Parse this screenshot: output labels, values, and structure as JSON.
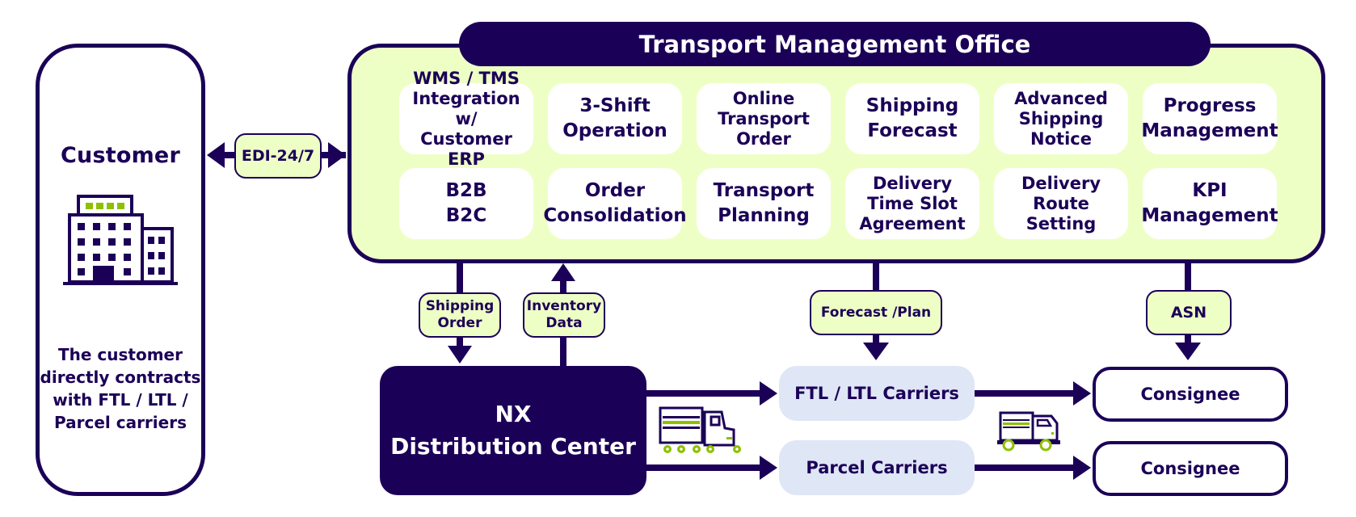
{
  "colors": {
    "navy": "#1b0057",
    "light_green": "#eeffc6",
    "accent_green": "#8dc000",
    "carrier_blue": "#dfe6f6",
    "white": "#ffffff"
  },
  "customer": {
    "title": "Customer",
    "icon": "office-building-icon",
    "description": [
      "The customer",
      "directly contracts",
      "with FTL / LTL /",
      "Parcel carriers"
    ]
  },
  "edi_link": {
    "label": "EDI-24/7",
    "direction": "bidirectional"
  },
  "tmo": {
    "title": "Transport Management Office",
    "services": [
      {
        "lines": [
          "WMS / TMS",
          "Integration w/",
          "Customer ERP"
        ]
      },
      {
        "lines": [
          "3-Shift",
          "Operation"
        ]
      },
      {
        "lines": [
          "Online",
          "Transport",
          "Order"
        ]
      },
      {
        "lines": [
          "Shipping",
          "Forecast"
        ]
      },
      {
        "lines": [
          "Advanced",
          "Shipping",
          "Notice"
        ]
      },
      {
        "lines": [
          "Progress",
          "Management"
        ]
      },
      {
        "lines": [
          "B2B",
          "B2C"
        ]
      },
      {
        "lines": [
          "Order",
          "Consolidation"
        ]
      },
      {
        "lines": [
          "Transport",
          "Planning"
        ]
      },
      {
        "lines": [
          "Delivery",
          "Time Slot",
          "Agreement"
        ]
      },
      {
        "lines": [
          "Delivery",
          "Route",
          "Setting"
        ]
      },
      {
        "lines": [
          "KPI",
          "Management"
        ]
      }
    ]
  },
  "flows": {
    "shipping_order": {
      "lines": [
        "Shipping",
        "Order"
      ],
      "direction": "down"
    },
    "inventory_data": {
      "lines": [
        "Inventory",
        "Data"
      ],
      "direction": "up"
    },
    "forecast_plan": {
      "label": "Forecast /Plan",
      "direction": "down"
    },
    "asn": {
      "label": "ASN",
      "direction": "down"
    }
  },
  "distribution_center": {
    "lines": [
      "NX",
      "Distribution Center"
    ]
  },
  "carriers": [
    {
      "label": "FTL / LTL Carriers"
    },
    {
      "label": "Parcel Carriers"
    }
  ],
  "consignees": [
    {
      "label": "Consignee"
    },
    {
      "label": "Consignee"
    }
  ],
  "icons": {
    "large_truck": "semi-truck-icon",
    "small_truck": "delivery-truck-icon"
  }
}
